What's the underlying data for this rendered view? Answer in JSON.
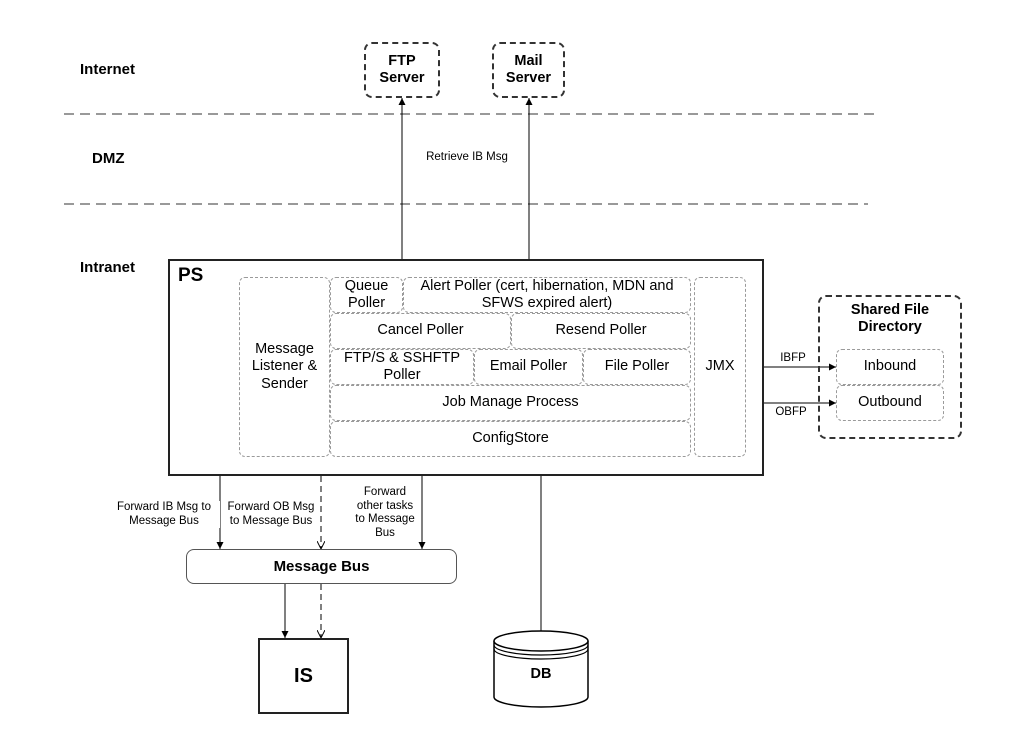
{
  "zones": {
    "internet": "Internet",
    "dmz": "DMZ",
    "intranet": "Intranet"
  },
  "external": {
    "ftp": "FTP Server",
    "mail": "Mail Server"
  },
  "labels": {
    "retrieve": "Retrieve IB Msg",
    "ibfp": "IBFP",
    "obfp": "OBFP",
    "fwd_ib": "Forward IB Msg to Message Bus",
    "fwd_ob": "Forward OB Msg to Message Bus",
    "fwd_other": "Forward other tasks to Message Bus"
  },
  "ps": {
    "title": "PS",
    "listener": "Message Listener & Sender",
    "queue_poller": "Queue Poller",
    "alert_poller": "Alert Poller (cert, hibernation, MDN and SFWS expired alert)",
    "cancel_poller": "Cancel Poller",
    "resend_poller": "Resend Poller",
    "ftp_poller": "FTP/S & SSHFTP Poller",
    "email_poller": "Email Poller",
    "file_poller": "File Poller",
    "job_manage": "Job Manage Process",
    "config_store": "ConfigStore",
    "jmx": "JMX"
  },
  "shared": {
    "title": "Shared File Directory",
    "inbound": "Inbound",
    "outbound": "Outbound"
  },
  "message_bus": "Message Bus",
  "is": "IS",
  "db": "DB"
}
